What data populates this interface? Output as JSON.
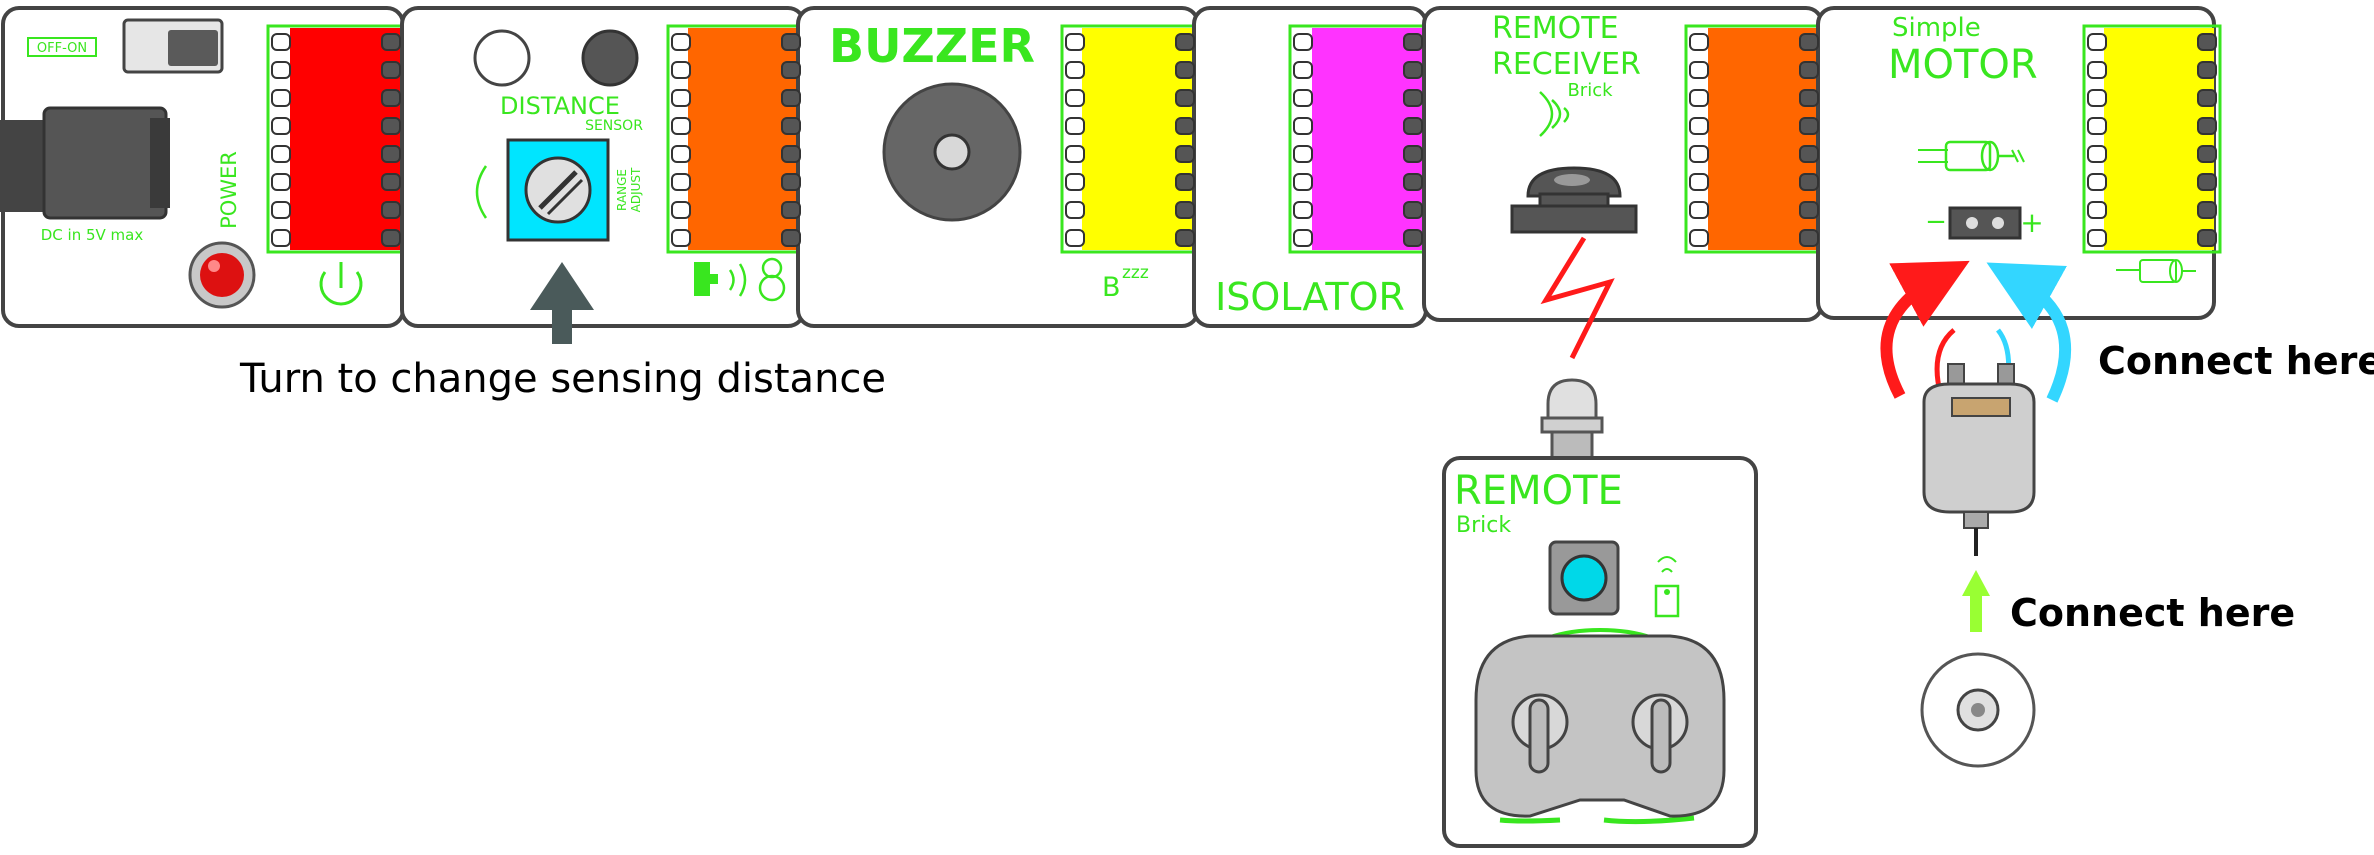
{
  "colors": {
    "green": "#39e61f",
    "power_chip": "#ff0000",
    "sensor_chip": "#ff6600",
    "buzzer_chip": "#ffff00",
    "isolator_chip": "#ff33ff",
    "receiver_chip": "#ff6600",
    "motor_chip": "#ffff00",
    "dial": "#00e5ff",
    "arrow_dark": "#4a5a5a",
    "signal_red": "#ff1a1a",
    "wire_red": "#ff1a1a",
    "wire_blue": "#33d6ff",
    "arrow_green": "#99ff33"
  },
  "bricks": {
    "power": {
      "switch_label": "OFF-ON",
      "jack_label": "DC in 5V max",
      "name": "POWER",
      "icons": [
        "toggle-switch-icon",
        "dc-jack-icon",
        "led-icon",
        "power-icon"
      ]
    },
    "distance": {
      "name": "DISTANCE",
      "sub": "SENSOR",
      "knob_label_1": "RANGE",
      "knob_label_2": "ADJUST",
      "icons": [
        "emitter-icon",
        "receiver-icon",
        "dial-icon",
        "rotate-icon",
        "wave-icon"
      ]
    },
    "buzzer": {
      "name": "BUZZER",
      "sound_base": "B",
      "sound_z": "zzz",
      "icons": [
        "buzzer-disc-icon"
      ]
    },
    "isolator": {
      "name": "ISOLATOR"
    },
    "receiver": {
      "name_1": "REMOTE",
      "name_2": "RECEIVER",
      "sub": "Brick",
      "icons": [
        "signal-waves-icon",
        "ir-dome-icon",
        "lightning-icon"
      ]
    },
    "motor": {
      "pre": "Simple",
      "name": "MOTOR",
      "minus": "−",
      "plus": "+",
      "icons": [
        "motor-icon",
        "connector-icon"
      ]
    },
    "remote": {
      "name": "REMOTE",
      "sub": "Brick",
      "icons": [
        "ir-led-icon",
        "button-icon",
        "remote-icon",
        "coin-battery-icon"
      ]
    }
  },
  "annotations": {
    "knob_caption": "Turn to change sensing distance",
    "motor_connect": "Connect here",
    "wheel_connect": "Connect here"
  }
}
